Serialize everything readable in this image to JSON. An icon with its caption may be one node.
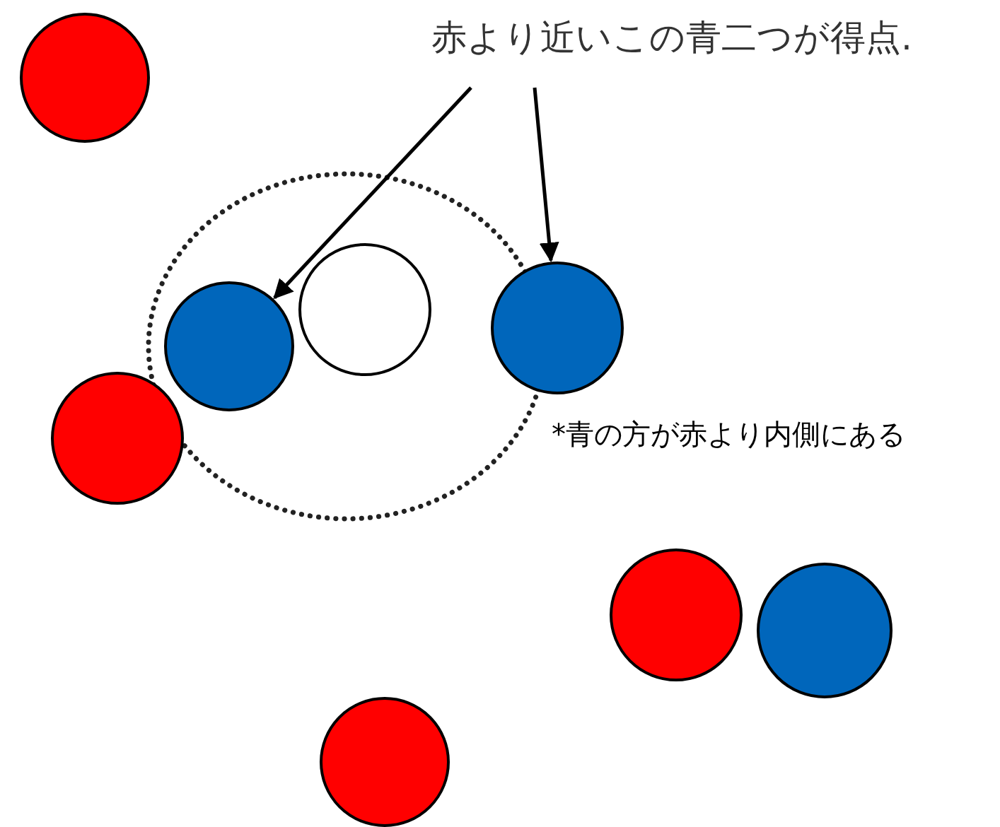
{
  "diagram": {
    "nodes": [
      {
        "text": [
          "赤より近いこの青二つが得点."
        ]
      },
      {
        "text": [],
        "shape": "circle"
      },
      {
        "text": [],
        "shape": "circle"
      },
      {
        "text": [],
        "shape": "circle"
      },
      {
        "text": [],
        "shape": "circle"
      },
      {
        "text": [],
        "shape": "circle"
      },
      {
        "text": [],
        "shape": "circle"
      },
      {
        "text": [],
        "shape": "circle"
      },
      {
        "text": [],
        "shape": "circle"
      }
    ],
    "edges": [
      {
        "from": 0,
        "to": 4,
        "arrow": "to"
      },
      {
        "from": 0,
        "to": 3,
        "arrow": "to"
      }
    ],
    "labels": [
      "*青の方が赤より内側にある"
    ]
  }
}
